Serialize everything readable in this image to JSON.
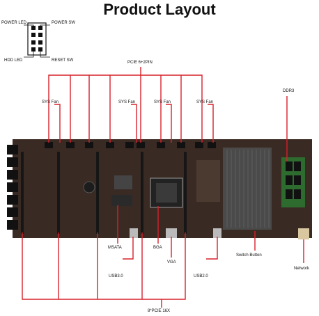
{
  "title": "Product Layout",
  "header_pins": {
    "power_led": "POWER LED",
    "power_sw": "POWER SW",
    "hdd_led": "HDD LED",
    "reset_sw": "RESET SW"
  },
  "callouts": {
    "pcie_power": "PCIE 6+2PIN",
    "sys_fan_1": "SYS Fan",
    "sys_fan_2": "SYS Fan",
    "sys_fan_3": "SYS Fan",
    "sys_fan_4": "SYS Fan",
    "ddr3": "DDR3",
    "msata": "MSATA",
    "bga": "BGA",
    "vga": "VGA",
    "switch_button": "Switch Button",
    "network": "Network",
    "usb3": "USB3.0",
    "usb2": "USB2.0",
    "pcie_slots": "8*PCIE 16X"
  },
  "colors": {
    "callout_line": "#d9202a",
    "board": "#3a2a24",
    "slot": "#161616",
    "heatsink": "#4a4a4a",
    "ram": "#2e6b2e"
  }
}
